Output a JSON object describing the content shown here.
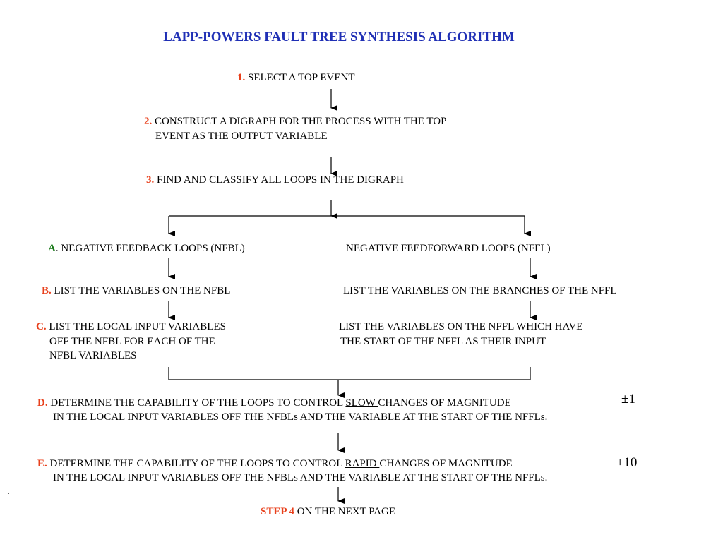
{
  "title": "LAPP-POWERS  FAULT  TREE  SYNTHESIS  ALGORITHM",
  "step1": {
    "num": "1.",
    "text": " SELECT  A  TOP  EVENT"
  },
  "step2": {
    "num": "2.",
    "line1": " CONSTRUCT  A  DIGRAPH  FOR   THE  PROCESS  WITH  THE  TOP",
    "line2": "EVENT  AS  THE  OUTPUT  VARIABLE"
  },
  "step3": {
    "num": "3.",
    "text": " FIND  AND  CLASSIFY  ALL  LOOPS  IN  THE  DIGRAPH"
  },
  "stepA": {
    "num": "A",
    "text": ". NEGATIVE  FEEDBACK LOOPS (NFBL)",
    "right": "NEGATIVE  FEEDFORWARD  LOOPS (NFFL)"
  },
  "stepB": {
    "num": "B.",
    "text": " LIST  THE  VARIABLES  ON  THE  NFBL",
    "right": "LIST  THE  VARIABLES  ON THE  BRANCHES  OF  THE  NFFL"
  },
  "stepC": {
    "num": "C.",
    "line1": " LIST  THE  LOCAL  INPUT VARIABLES",
    "line2": "OFF  THE  NFBL  FOR  EACH  OF  THE",
    "line3": "NFBL  VARIABLES",
    "right1": "LIST  THE  VARIABLES  ON  THE  NFFL  WHICH  HAVE",
    "right2": "THE  START  OF  THE  NFFL  AS  THEIR  INPUT"
  },
  "stepD": {
    "num": "D.",
    "pre": " DETERMINE  THE  CAPABILITY  OF  THE  LOOPS  TO  CONTROL ",
    "key": " SLOW ",
    "post": " CHANGES  OF  MAGNITUDE",
    "mag": "±1",
    "line2": "IN  THE  LOCAL  INPUT  VARIABLES  OFF  THE  NFBLs  AND  THE  VARIABLE  AT  THE  START  OF   THE  NFFLs."
  },
  "stepE": {
    "num": "E.",
    "pre": " DETERMINE  THE  CAPABILITY  OF  THE  LOOPS  TO  CONTROL ",
    "key": " RAPID ",
    "post": " CHANGES  OF  MAGNITUDE",
    "mag": "±10",
    "line2": "IN  THE  LOCAL  INPUT  VARIABLES  OFF  THE  NFBLs AND  THE  VARIABLE  AT  THE  START  OF  THE  NFFLs."
  },
  "footer": {
    "step": "STEP  4",
    "text": "  ON  THE NEXT PAGE"
  },
  "dot": ".",
  "colors": {
    "title": "#1f2fb5",
    "step_number": "#e8401c",
    "letter_number": "#1a7a1a"
  }
}
